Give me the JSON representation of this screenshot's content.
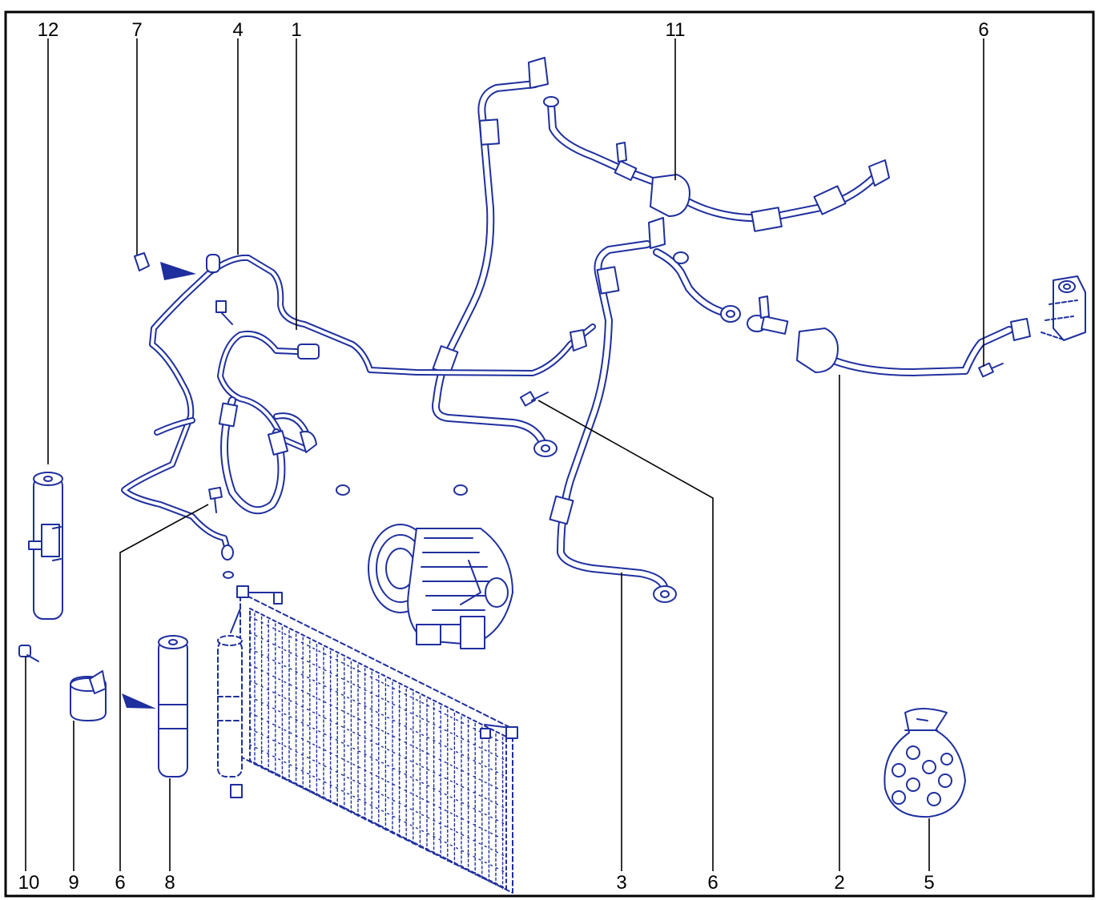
{
  "diagram": {
    "colors": {
      "line": "#1f2f9e",
      "fill": "#eef0fb",
      "frame": "#000000",
      "labels": "#000000"
    },
    "callouts": [
      {
        "id": "c12",
        "text": "12"
      },
      {
        "id": "c7",
        "text": "7"
      },
      {
        "id": "c4",
        "text": "4"
      },
      {
        "id": "c1",
        "text": "1"
      },
      {
        "id": "c11",
        "text": "11"
      },
      {
        "id": "c6a",
        "text": "6"
      },
      {
        "id": "c10",
        "text": "10"
      },
      {
        "id": "c9",
        "text": "9"
      },
      {
        "id": "c6b",
        "text": "6"
      },
      {
        "id": "c8",
        "text": "8"
      },
      {
        "id": "c3",
        "text": "3"
      },
      {
        "id": "c6c",
        "text": "6"
      },
      {
        "id": "c2",
        "text": "2"
      },
      {
        "id": "c5",
        "text": "5"
      }
    ]
  }
}
